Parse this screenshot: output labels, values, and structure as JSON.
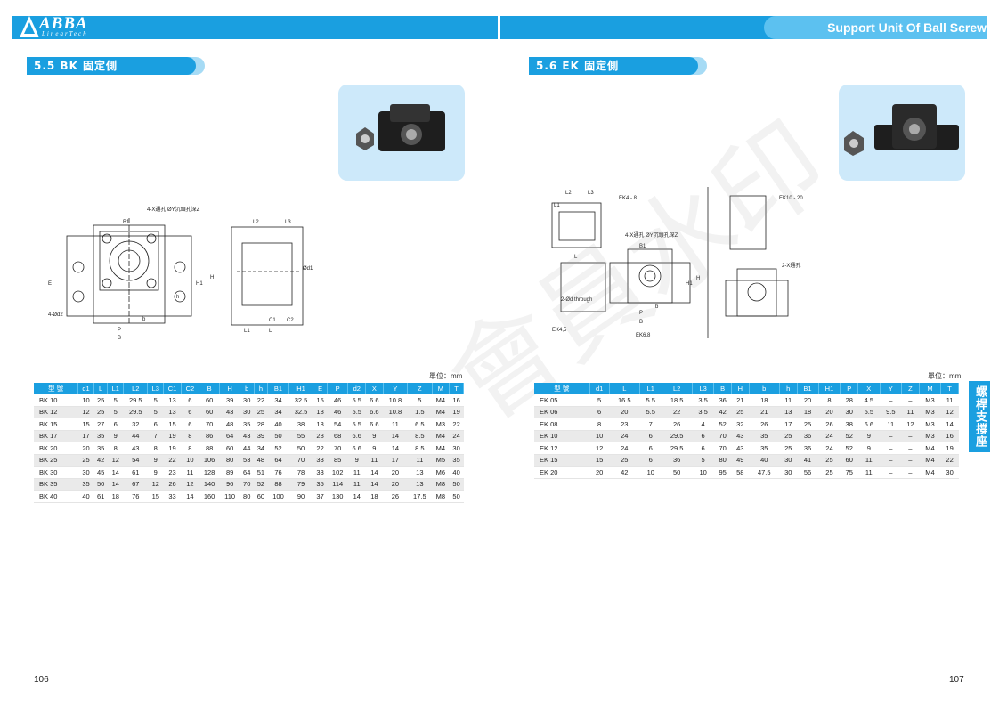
{
  "header": {
    "logo_text": "ABBA",
    "logo_sub": "LinearTech",
    "title": "Support Unit Of Ball Screw"
  },
  "left": {
    "section_title": "5.5 BK 固定側",
    "unit": "單位：mm",
    "drawing_labels": {
      "hole_note": "4-X通孔 ØY沉頭孔深Z",
      "b1": "B1",
      "l2": "L2",
      "l3": "L3",
      "e": "E",
      "h1": "H1",
      "h": "H",
      "hsub": "h",
      "d12": "4-Ød2",
      "b": "b",
      "p": "P",
      "bb": "B",
      "c1": "C1",
      "c2": "C2",
      "l1": "L1",
      "l": "L",
      "d1": "Ød1"
    },
    "table": {
      "headers": [
        "型 號",
        "d1",
        "L",
        "L1",
        "L2",
        "L3",
        "C1",
        "C2",
        "B",
        "H",
        "b",
        "h",
        "B1",
        "H1",
        "E",
        "P",
        "d2",
        "X",
        "Y",
        "Z",
        "M",
        "T"
      ],
      "rows": [
        [
          "BK 10",
          "10",
          "25",
          "5",
          "29.5",
          "5",
          "13",
          "6",
          "60",
          "39",
          "30",
          "22",
          "34",
          "32.5",
          "15",
          "46",
          "5.5",
          "6.6",
          "10.8",
          "5",
          "M4",
          "16"
        ],
        [
          "BK 12",
          "12",
          "25",
          "5",
          "29.5",
          "5",
          "13",
          "6",
          "60",
          "43",
          "30",
          "25",
          "34",
          "32.5",
          "18",
          "46",
          "5.5",
          "6.6",
          "10.8",
          "1.5",
          "M4",
          "19"
        ],
        [
          "BK 15",
          "15",
          "27",
          "6",
          "32",
          "6",
          "15",
          "6",
          "70",
          "48",
          "35",
          "28",
          "40",
          "38",
          "18",
          "54",
          "5.5",
          "6.6",
          "11",
          "6.5",
          "M3",
          "22"
        ],
        [
          "BK 17",
          "17",
          "35",
          "9",
          "44",
          "7",
          "19",
          "8",
          "86",
          "64",
          "43",
          "39",
          "50",
          "55",
          "28",
          "68",
          "6.6",
          "9",
          "14",
          "8.5",
          "M4",
          "24"
        ],
        [
          "BK 20",
          "20",
          "35",
          "8",
          "43",
          "8",
          "19",
          "8",
          "88",
          "60",
          "44",
          "34",
          "52",
          "50",
          "22",
          "70",
          "6.6",
          "9",
          "14",
          "8.5",
          "M4",
          "30"
        ],
        [
          "BK 25",
          "25",
          "42",
          "12",
          "54",
          "9",
          "22",
          "10",
          "106",
          "80",
          "53",
          "48",
          "64",
          "70",
          "33",
          "85",
          "9",
          "11",
          "17",
          "11",
          "M5",
          "35"
        ],
        [
          "BK 30",
          "30",
          "45",
          "14",
          "61",
          "9",
          "23",
          "11",
          "128",
          "89",
          "64",
          "51",
          "76",
          "78",
          "33",
          "102",
          "11",
          "14",
          "20",
          "13",
          "M6",
          "40"
        ],
        [
          "BK 35",
          "35",
          "50",
          "14",
          "67",
          "12",
          "26",
          "12",
          "140",
          "96",
          "70",
          "52",
          "88",
          "79",
          "35",
          "114",
          "11",
          "14",
          "20",
          "13",
          "M8",
          "50"
        ],
        [
          "BK 40",
          "40",
          "61",
          "18",
          "76",
          "15",
          "33",
          "14",
          "160",
          "110",
          "80",
          "60",
          "100",
          "90",
          "37",
          "130",
          "14",
          "18",
          "26",
          "17.5",
          "M8",
          "50"
        ]
      ]
    },
    "page_number": "106"
  },
  "right": {
    "section_title": "5.6 EK 固定側",
    "unit": "單位：mm",
    "drawing_labels": {
      "ek48": "EK4 - 8",
      "ek1020": "EK10 - 20",
      "hole_note": "4-X通孔 ØY沉頭孔深Z",
      "hole2": "2-X通孔",
      "ek45": "EK4,5",
      "ek68": "EK6,8",
      "through": "2-Ød through",
      "l2": "L2",
      "l3": "L3",
      "l1": "L1",
      "l": "L",
      "b1": "B1",
      "p": "P",
      "bb": "B",
      "b": "b",
      "h": "H",
      "h1": "H1"
    },
    "table": {
      "headers": [
        "型 號",
        "d1",
        "L",
        "L1",
        "L2",
        "L3",
        "B",
        "H",
        "b",
        "h",
        "B1",
        "H1",
        "P",
        "X",
        "Y",
        "Z",
        "M",
        "T"
      ],
      "rows": [
        [
          "EK 05",
          "5",
          "16.5",
          "5.5",
          "18.5",
          "3.5",
          "36",
          "21",
          "18",
          "11",
          "20",
          "8",
          "28",
          "4.5",
          "–",
          "–",
          "M3",
          "11"
        ],
        [
          "EK 06",
          "6",
          "20",
          "5.5",
          "22",
          "3.5",
          "42",
          "25",
          "21",
          "13",
          "18",
          "20",
          "30",
          "5.5",
          "9.5",
          "11",
          "M3",
          "12"
        ],
        [
          "EK 08",
          "8",
          "23",
          "7",
          "26",
          "4",
          "52",
          "32",
          "26",
          "17",
          "25",
          "26",
          "38",
          "6.6",
          "11",
          "12",
          "M3",
          "14"
        ],
        [
          "EK 10",
          "10",
          "24",
          "6",
          "29.5",
          "6",
          "70",
          "43",
          "35",
          "25",
          "36",
          "24",
          "52",
          "9",
          "–",
          "–",
          "M3",
          "16"
        ],
        [
          "EK 12",
          "12",
          "24",
          "6",
          "29.5",
          "6",
          "70",
          "43",
          "35",
          "25",
          "36",
          "24",
          "52",
          "9",
          "–",
          "–",
          "M4",
          "19"
        ],
        [
          "EK 15",
          "15",
          "25",
          "6",
          "36",
          "5",
          "80",
          "49",
          "40",
          "30",
          "41",
          "25",
          "60",
          "11",
          "–",
          "–",
          "M4",
          "22"
        ],
        [
          "EK 20",
          "20",
          "42",
          "10",
          "50",
          "10",
          "95",
          "58",
          "47.5",
          "30",
          "56",
          "25",
          "75",
          "11",
          "–",
          "–",
          "M4",
          "30"
        ]
      ]
    },
    "page_number": "107"
  },
  "side_tab": "螺桿支撐座",
  "watermark": "會員水印",
  "colors": {
    "accent": "#1a9fe0",
    "light": "#5cc1f0",
    "photo_bg": "#cde9fa"
  }
}
